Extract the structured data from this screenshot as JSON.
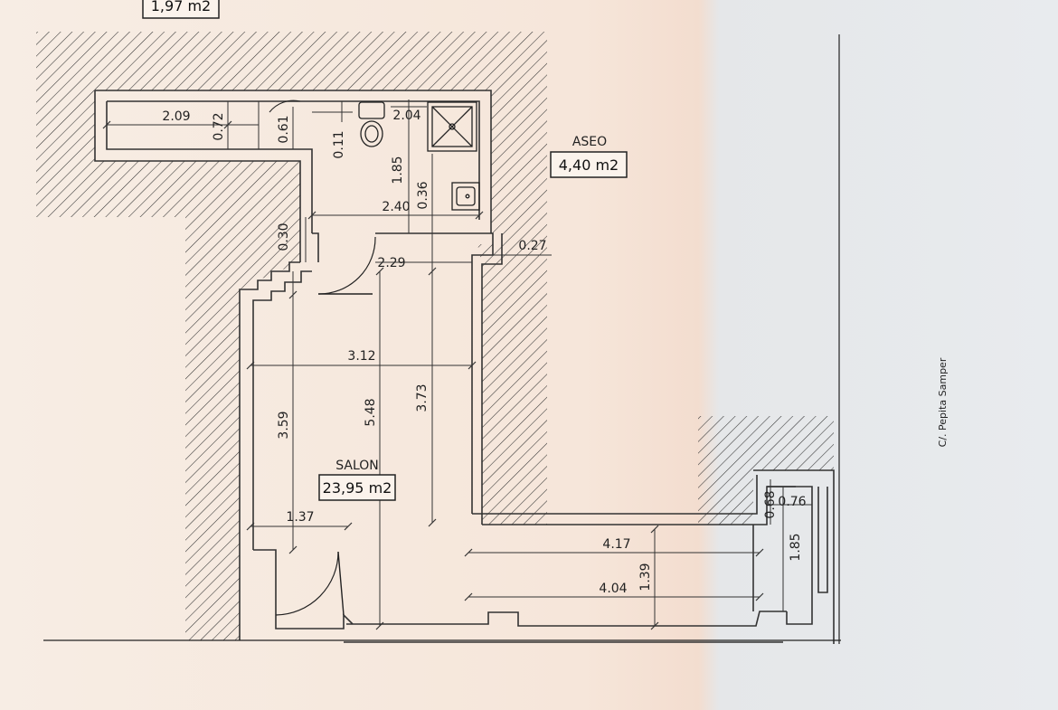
{
  "rooms": {
    "top_partial_area": "1,97 m2",
    "aseo": {
      "name": "ASEO",
      "area": "4,40 m2"
    },
    "salon": {
      "name": "SALON",
      "area": "23,95 m2"
    }
  },
  "street": "C/. Pepita Samper",
  "dimensions": {
    "d_209": "2.09",
    "d_072": "0.72",
    "d_061": "0.61",
    "d_011": "0.11",
    "d_204": "2.04",
    "d_185a": "1.85",
    "d_036": "0.36",
    "d_240": "2.40",
    "d_030": "0.30",
    "d_229": "2.29",
    "d_027": "0.27",
    "d_312": "3.12",
    "d_373": "3.73",
    "d_359": "3.59",
    "d_548": "5.48",
    "d_137": "1.37",
    "d_417": "4.17",
    "d_404": "4.04",
    "d_139": "1.39",
    "d_068": "0.68",
    "d_076": "0.76",
    "d_185b": "1.85"
  }
}
